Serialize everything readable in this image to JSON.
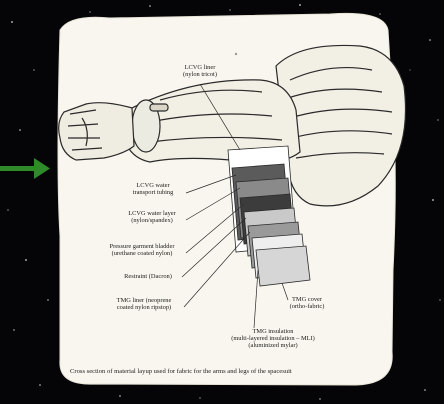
{
  "colors": {
    "background": "#050508",
    "paper": "#f8f6ee",
    "arrow": "#2f8a2a",
    "ink": "#1b1b1b"
  },
  "icons": [
    "arrow-right-icon"
  ],
  "labels": {
    "lcvg_liner": [
      "LCVG liner",
      "(nylon tricot)"
    ],
    "lcvg_water_tubing": [
      "LCVG water",
      "transport tubing"
    ],
    "lcvg_water_layer": [
      "LCVG water layer",
      "(nylon/spandex)"
    ],
    "pressure_bladder": [
      "Pressure garment bladder",
      "(urethane coated nylon)"
    ],
    "restraint": [
      "Restraint (Dacron)"
    ],
    "tmg_liner": [
      "TMG liner (neoprene",
      "coated nylon ripstop)"
    ],
    "tmg_cover": [
      "TMG cover",
      "(ortho-fabric)"
    ],
    "tmg_insulation": [
      "TMG insulation",
      "(multi-layered insulation – MLI)",
      "(aluminized mylar)"
    ]
  },
  "caption": "Cross section of material layup used for fabric for the arms and legs of the spacesuit"
}
